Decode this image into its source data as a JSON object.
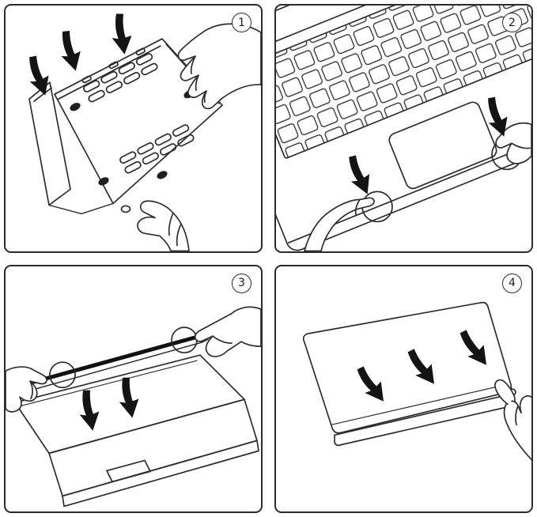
{
  "page": {
    "background": "#ffffff",
    "line_color": "#2d2d2d",
    "arrow_color": "#141414"
  },
  "panels": [
    {
      "number": "1",
      "illustration": "press-bottom-case-onto-laptop-underside"
    },
    {
      "number": "2",
      "illustration": "snap-front-edge-clips-near-trackpad"
    },
    {
      "number": "3",
      "illustration": "align-top-case-over-open-lid"
    },
    {
      "number": "4",
      "illustration": "snap-top-case-edges-on-closed-lid"
    }
  ]
}
